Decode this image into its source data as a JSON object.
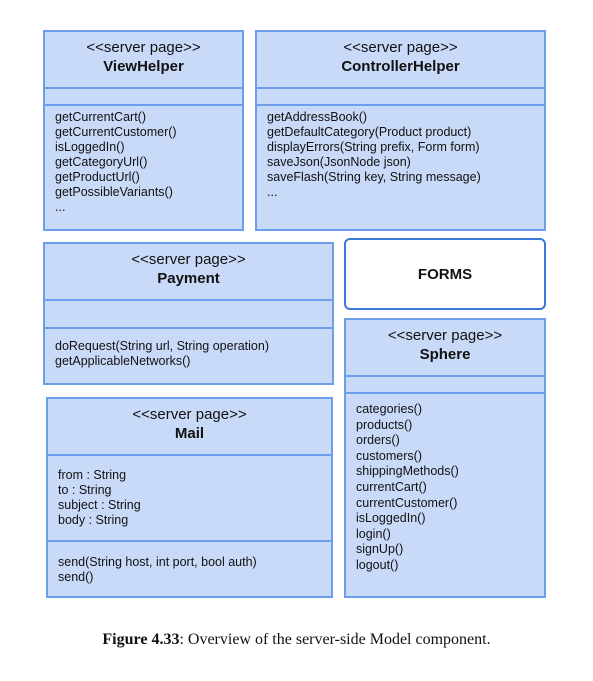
{
  "diagram": {
    "classes": [
      {
        "id": "viewhelper",
        "stereotype": "<<server page>>",
        "name": "ViewHelper",
        "attributes": [],
        "operations": [
          "getCurrentCart()",
          "getCurrentCustomer()",
          "isLoggedIn()",
          "getCategoryUrl()",
          "getProductUrl()",
          "getPossibleVariants()",
          "..."
        ]
      },
      {
        "id": "controllerhelper",
        "stereotype": "<<server page>>",
        "name": "ControllerHelper",
        "attributes": [],
        "operations": [
          "getAddressBook()",
          "getDefaultCategory(Product product)",
          "displayErrors(String prefix, Form form)",
          "saveJson(JsonNode json)",
          "saveFlash(String key, String message)",
          "..."
        ]
      },
      {
        "id": "payment",
        "stereotype": "<<server page>>",
        "name": "Payment",
        "attributes": [],
        "operations": [
          "doRequest(String url, String operation)",
          "getApplicableNetworks()"
        ]
      },
      {
        "id": "mail",
        "stereotype": "<<server page>>",
        "name": "Mail",
        "attributes": [
          "from : String",
          "to : String",
          "subject : String",
          "body : String"
        ],
        "operations": [
          "send(String host, int port, bool auth)",
          "send()"
        ]
      },
      {
        "id": "sphere",
        "stereotype": "<<server page>>",
        "name": "Sphere",
        "attributes": [],
        "operations": [
          "categories()",
          "products()",
          "orders()",
          "customers()",
          "shippingMethods()",
          "currentCart()",
          "currentCustomer()",
          "isLoggedIn()",
          "login()",
          "signUp()",
          "logout()"
        ]
      }
    ],
    "forms_label": "FORMS"
  },
  "caption": {
    "label": "Figure 4.33",
    "text": ": Overview of the server-side Model component."
  },
  "colors": {
    "box_fill": "#c9daf8",
    "box_border": "#6d9eeb",
    "forms_border": "#3c78d8"
  }
}
